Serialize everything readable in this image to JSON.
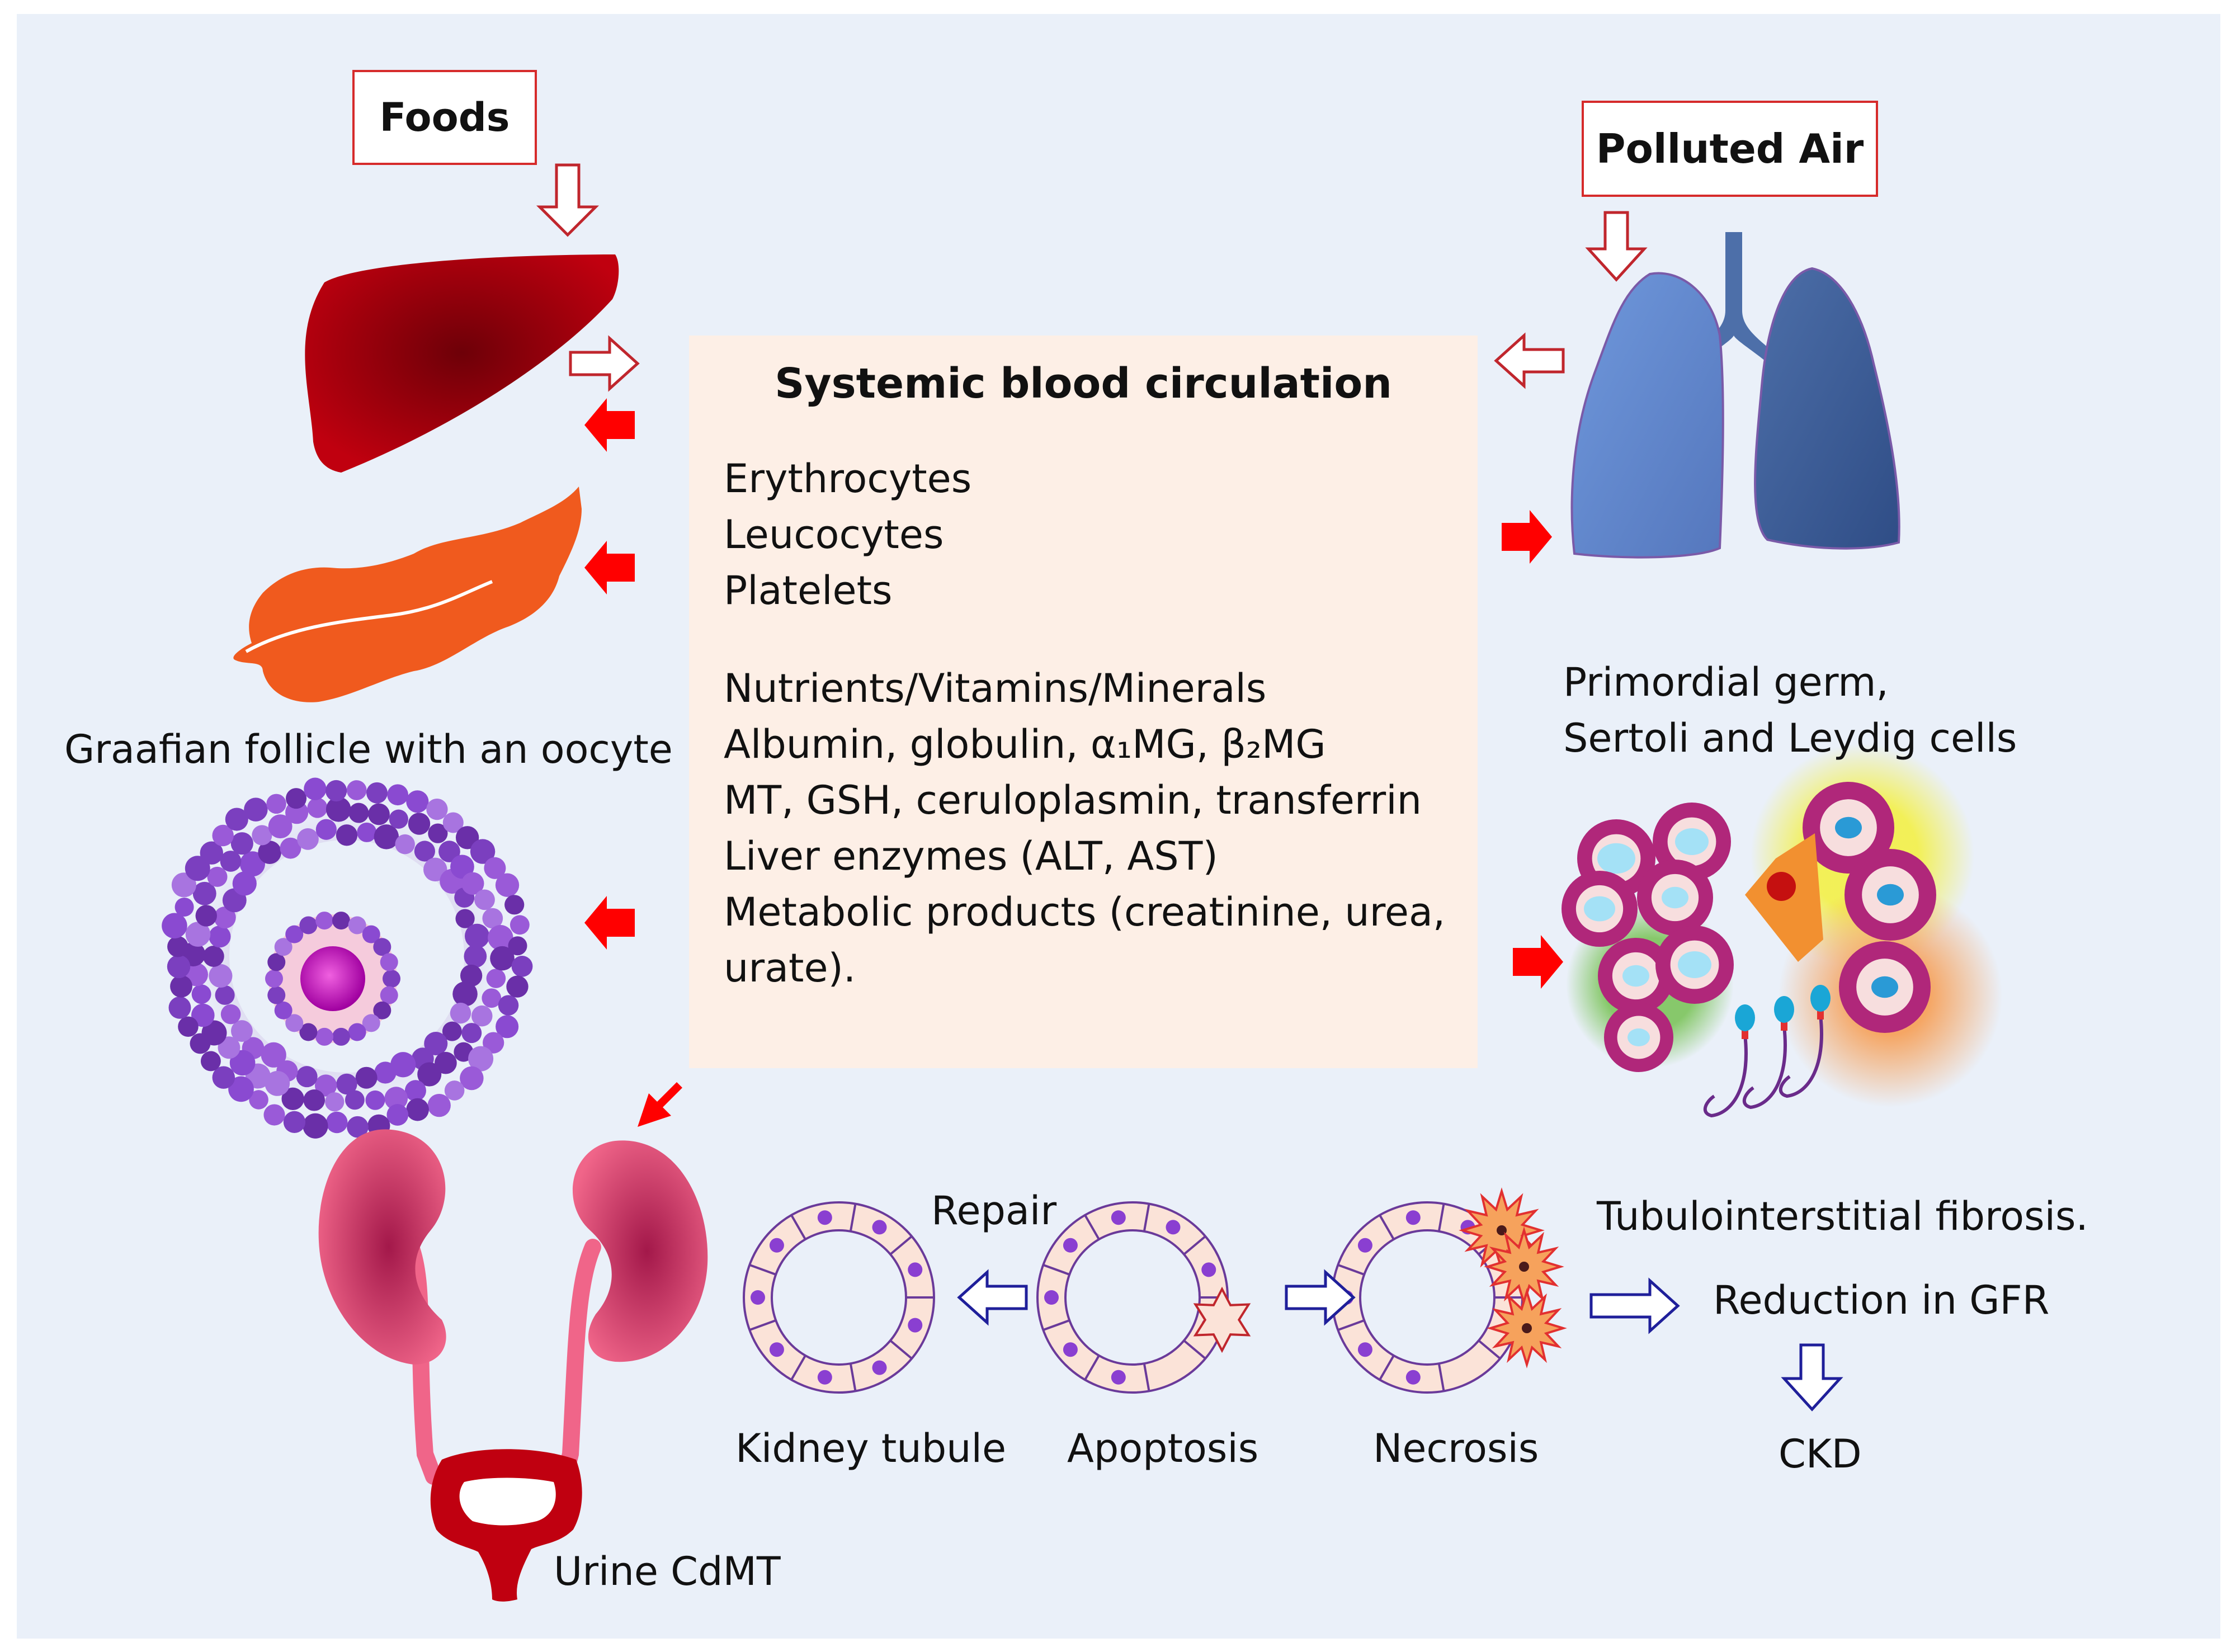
{
  "sources": {
    "foods": "Foods",
    "polluted_air": "Polluted Air"
  },
  "center": {
    "title": "Systemic blood circulation",
    "cells": [
      "Erythrocytes",
      "Leucocytes",
      "Platelets"
    ],
    "constituents": [
      "Nutrients/Vitamins/Minerals",
      "Albumin, globulin, α₁MG, β₂MG",
      "MT, GSH, ceruloplasmin, transferrin",
      "Liver enzymes (ALT, AST)",
      "Metabolic products (creatinine, urea,",
      "urate)."
    ]
  },
  "organs": {
    "follicle": "Graafian follicle with an oocyte",
    "testis_line1": "Primordial germ,",
    "testis_line2": "Sertoli and Leydig cells",
    "urine": "Urine CdMT"
  },
  "tubule": {
    "repair": "Repair",
    "kidney_tubule": "Kidney tubule",
    "apoptosis": "Apoptosis",
    "necrosis": "Necrosis",
    "fibrosis": "Tubulointerstitial fibrosis.",
    "gfr": "Reduction in GFR",
    "ckd": "CKD"
  },
  "colors": {
    "background": "#eaf0f9",
    "center_box": "#fdefe6",
    "red_arrow": "#ff0000",
    "hollow_red": "#c0262d",
    "hollow_blue": "#1f1f9a",
    "liver": "#a8000f",
    "pancreas": "#f05a1e",
    "lung": "#5a80c6",
    "kidney": "#e2486c",
    "bladder": "#c00010",
    "follicle": "#8a4ad1"
  }
}
